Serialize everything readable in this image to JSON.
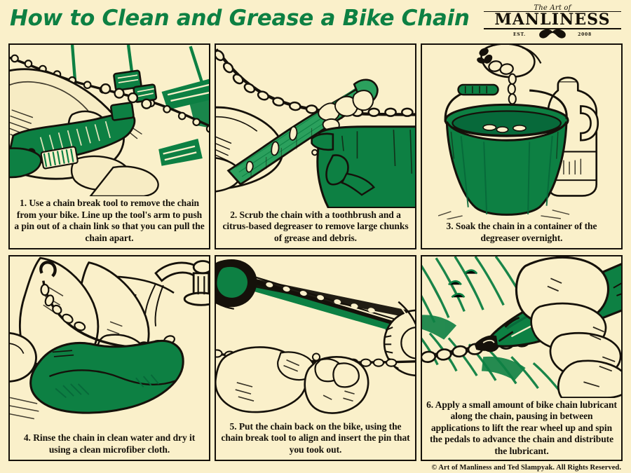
{
  "header": {
    "title": "How to Clean and Grease a Bike Chain",
    "logo": {
      "top": "The Art of",
      "main": "MANLINESS",
      "est": "EST.",
      "year": "2008",
      "mustache_icon": "mustache-icon"
    }
  },
  "colors": {
    "background": "#faf0ca",
    "ink": "#15110a",
    "green": "#0d8043",
    "green_dark": "#07693a",
    "green_light": "#2ba05d",
    "paper": "#f7ecc4"
  },
  "panels": [
    {
      "number": "1",
      "caption": "1. Use a chain break tool to remove the chain from your bike. Line up the tool's arm to push a pin out of a chain link so that you can pull the chain apart.",
      "illustration": "hands-holding-chain-break-tool",
      "objects": [
        "hand",
        "bike-chain",
        "chain-break-tool",
        "bicycle-frame"
      ]
    },
    {
      "number": "2",
      "caption": "2. Scrub the chain with a toothbrush and a citrus-based degreaser to remove large chunks of grease and debris.",
      "illustration": "toothbrush-scrubbing-chain-with-degreaser",
      "objects": [
        "bike-chain",
        "toothbrush",
        "spray-bottle",
        "hand"
      ]
    },
    {
      "number": "3",
      "caption": "3. Soak the chain in a container of the degreaser overnight.",
      "illustration": "chain-lowered-into-bucket-of-degreaser",
      "objects": [
        "hand",
        "bike-chain",
        "bucket",
        "degreaser-jug"
      ]
    },
    {
      "number": "4",
      "caption": "4. Rinse the chain in clean water and dry it using a clean microfiber cloth.",
      "illustration": "hands-drying-chain-with-microfiber-cloth",
      "objects": [
        "hand",
        "bike-chain",
        "microfiber-cloth",
        "faucet",
        "sink"
      ]
    },
    {
      "number": "5",
      "caption": "5. Put the chain back on the bike, using the chain break tool to align and insert the pin that you took out.",
      "illustration": "reinstalling-chain-on-bike",
      "objects": [
        "bicycle-frame",
        "bike-chain",
        "crank",
        "rear-cog",
        "hand"
      ]
    },
    {
      "number": "6",
      "caption": "6. Apply a small amount of bike chain lubricant along the chain, pausing in between applications to lift the rear wheel up and spin the pedals to advance the chain and distribute the lubricant.",
      "illustration": "applying-chain-lubricant",
      "objects": [
        "hand",
        "lubricant-bottle",
        "bike-chain"
      ]
    }
  ],
  "footer": {
    "copyright": "© Art of Manliness and Ted Slampyak. All Rights Reserved."
  }
}
